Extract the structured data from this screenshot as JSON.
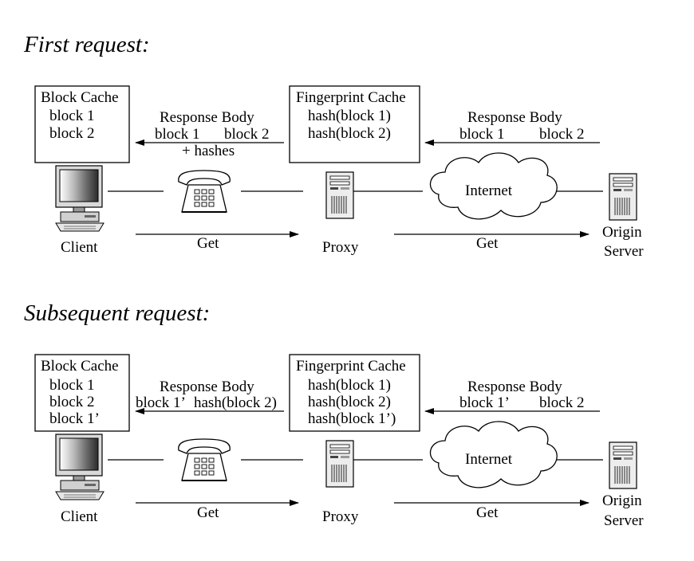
{
  "panels": [
    {
      "title": "First request:",
      "client_cache": {
        "title": "Block Cache",
        "lines": [
          "block 1",
          "block 2"
        ]
      },
      "client_label": "Client",
      "left_response": {
        "title": "Response Body",
        "line1a": "block 1",
        "line1b": "block 2",
        "line2": "+ hashes"
      },
      "fingerprint_cache": {
        "title": "Fingerprint Cache",
        "lines": [
          "hash(block 1)",
          "hash(block 2)"
        ]
      },
      "proxy_label": "Proxy",
      "right_response": {
        "title": "Response Body",
        "line1a": "block 1",
        "line1b": "block 2"
      },
      "internet_label": "Internet",
      "origin_label": [
        "Origin",
        "Server"
      ],
      "get_left": "Get",
      "get_right": "Get"
    },
    {
      "title": "Subsequent request:",
      "client_cache": {
        "title": "Block Cache",
        "lines": [
          "block 1",
          "block 2",
          "block 1’"
        ]
      },
      "client_label": "Client",
      "left_response": {
        "title": "Response Body",
        "line1a": "block 1’",
        "line1b": "hash(block 2)",
        "line2": ""
      },
      "fingerprint_cache": {
        "title": "Fingerprint Cache",
        "lines": [
          "hash(block 1)",
          "hash(block 2)",
          "hash(block 1’)"
        ]
      },
      "proxy_label": "Proxy",
      "right_response": {
        "title": "Response Body",
        "line1a": "block 1’",
        "line1b": "block 2"
      },
      "internet_label": "Internet",
      "origin_label": [
        "Origin",
        "Server"
      ],
      "get_left": "Get",
      "get_right": "Get"
    }
  ]
}
